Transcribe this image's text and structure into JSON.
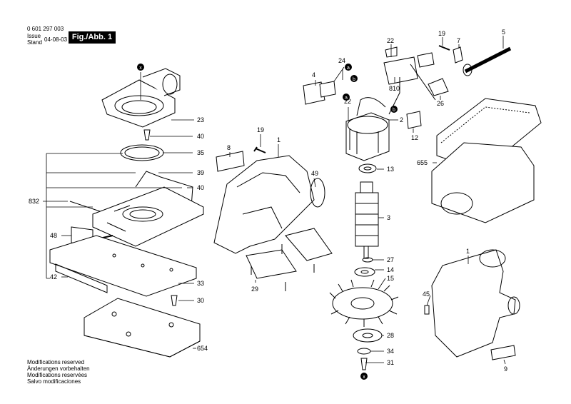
{
  "header": {
    "doc_number": "0 601 297 003",
    "issue_label": "Issue",
    "stand_label": "Stand",
    "date": "04-08-03",
    "figure_label": "Fig./Abb. 1"
  },
  "footer": {
    "lines": [
      "Modifications reserved",
      "Änderungen vorbehalten",
      "Modifications reservées",
      "Salvo modificaciones"
    ]
  },
  "callouts": {
    "p1a": "1",
    "p1b": "1",
    "p2": "2",
    "p3": "3",
    "p4": "4",
    "p5": "5",
    "p7": "7",
    "p8": "8",
    "p9": "9",
    "p12": "12",
    "p13": "13",
    "p14": "14",
    "p15": "15",
    "p19a": "19",
    "p19b": "19",
    "p22a": "22",
    "p22b": "22",
    "p23": "23",
    "p24": "24",
    "p26": "26",
    "p27": "27",
    "p28": "28",
    "p29": "29",
    "p30": "30",
    "p31": "31",
    "p33": "33",
    "p34": "34",
    "p35": "35",
    "p39": "39",
    "p40a": "40",
    "p40b": "40",
    "p42": "42",
    "p45": "45",
    "p48": "48",
    "p49": "49",
    "p654": "654",
    "p655": "655",
    "p810": "810",
    "p832": "832"
  },
  "markers": {
    "x": "x",
    "a": "a",
    "b": "b"
  }
}
